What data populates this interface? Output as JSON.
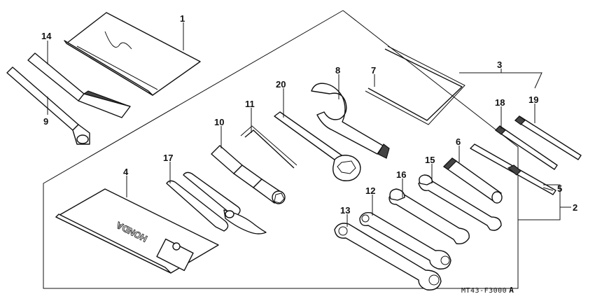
{
  "callouts": [
    {
      "id": "c1",
      "label": "1"
    },
    {
      "id": "c2",
      "label": "2"
    },
    {
      "id": "c3",
      "label": "3"
    },
    {
      "id": "c4",
      "label": "4"
    },
    {
      "id": "c5",
      "label": "5"
    },
    {
      "id": "c6",
      "label": "6"
    },
    {
      "id": "c7",
      "label": "7"
    },
    {
      "id": "c8",
      "label": "8"
    },
    {
      "id": "c9",
      "label": "9"
    },
    {
      "id": "c10",
      "label": "10"
    },
    {
      "id": "c11",
      "label": "11"
    },
    {
      "id": "c12",
      "label": "12"
    },
    {
      "id": "c13",
      "label": "13"
    },
    {
      "id": "c14",
      "label": "14"
    },
    {
      "id": "c15",
      "label": "15"
    },
    {
      "id": "c16",
      "label": "16"
    },
    {
      "id": "c17",
      "label": "17"
    },
    {
      "id": "c18",
      "label": "18"
    },
    {
      "id": "c19",
      "label": "19"
    },
    {
      "id": "c20",
      "label": "20"
    }
  ],
  "bag_logo": "HONDA",
  "diagram_code": "MT43-F3000",
  "diagram_code_suffix": "A"
}
